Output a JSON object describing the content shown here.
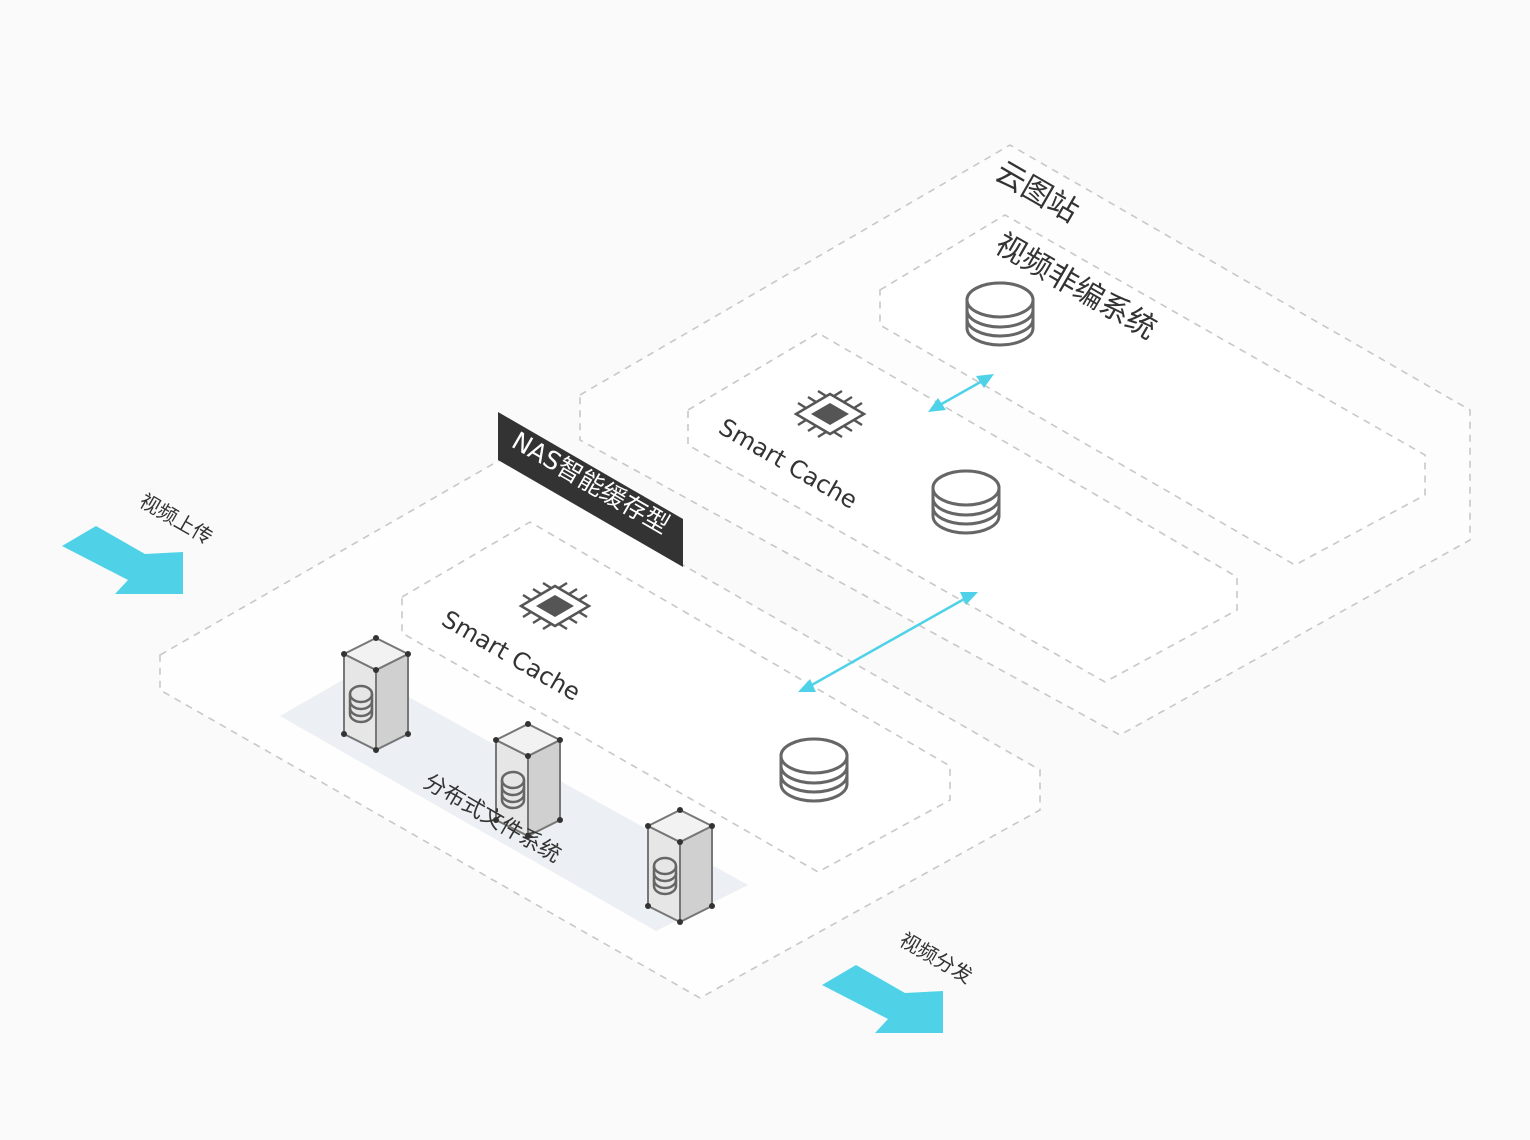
{
  "labels": {
    "cloud_station": "云图站",
    "video_editing": "视频非编系统",
    "nas_tag": "NAS智能缓存型",
    "smart_cache_top": "Smart Cache",
    "smart_cache_bottom": "Smart Cache",
    "dfs": "分布式文件系统",
    "upload": "视频上传",
    "distribute": "视频分发"
  },
  "colors": {
    "background": "#fafafa",
    "panel_fill": "#ffffff",
    "dashed_border": "#c8c8c8",
    "accent_arrow": "#4fd2e8",
    "tag_background": "#333333",
    "icon_gray": "#666666",
    "dfs_base": "#eceff3"
  },
  "icons": {
    "cpu": "cpu-chip-icon",
    "database": "database-icon",
    "server": "server-icon",
    "arrow": "arrow-icon"
  }
}
